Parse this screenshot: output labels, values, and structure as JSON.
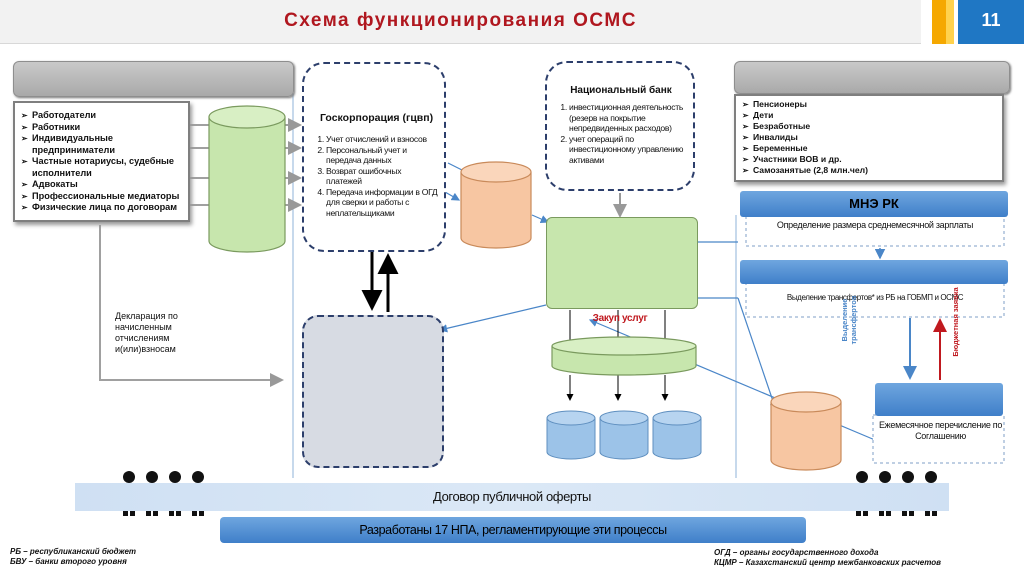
{
  "header": {
    "title": "Схема функционирования ОСМС",
    "page_number": "11"
  },
  "payers": {
    "items": [
      "Работодатели",
      "Работники",
      "Индивидуальные предприниматели",
      "Частные нотариусы, судебные исполнители",
      "Адвокаты",
      "Профессиональные медиаторы",
      "Физические лица по договорам"
    ]
  },
  "declaration_note": "Декларация по начисленным отчислениям и(или)взносам",
  "goskorp": {
    "title": "Госкорпорация (гцвп)",
    "items": [
      "Учет отчислений и взносов",
      "Персональный учет и передача данных",
      "Возврат ошибочных платежей",
      "Передача информации в ОГД для сверки и работы с неплательщиками"
    ]
  },
  "natbank": {
    "title": "Национальный банк",
    "items": [
      "инвестиционная деятельность (резерв на покрытие непредвиденных расходов)",
      "учет операций по инвестиционному управлению активами"
    ]
  },
  "procurement": "Закуп услуг",
  "state_list": {
    "items": [
      "Пенсионеры",
      "Дети",
      "Безработные",
      "Инвалиды",
      "Беременные",
      "Участники ВОВ и др.",
      "Самозанятые (2,8 млн.чел)"
    ]
  },
  "mne": {
    "title": "МНЭ РК",
    "subtitle": "Определение размера среднемесячной зарплаты"
  },
  "transfers": "Выделение трансфертов* из РБ на ГОБМП и ОСМС",
  "vertical_left": "Выделение трансфертов",
  "vertical_right": "Бюджетная заявка",
  "monthly": "Ежемесячное перечисление по Соглашению",
  "contract": "Договор публичной оферты",
  "npa": "Разработаны 17 НПА, регламентирующие эти процессы",
  "footnotes": {
    "left": [
      "РБ – республиканский бюджет",
      "БВУ – банки второго уровня"
    ],
    "right": [
      "ОГД – органы государственного дохода",
      "КЦМР – Казахстанский центр межбанковских расчетов"
    ]
  },
  "colors": {
    "accent_red": "#b0171f",
    "accent_blue": "#1f77c4",
    "green": "#c7e6ad",
    "orange": "#f7c6a2",
    "light_blue": "#9cc3e8"
  }
}
